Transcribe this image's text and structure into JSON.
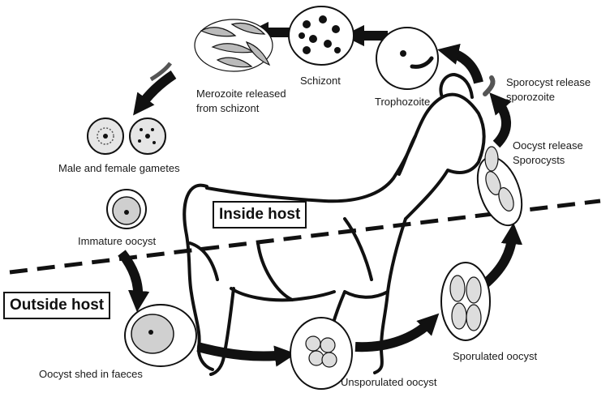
{
  "regions": {
    "inside": "Inside host",
    "outside": "Outside host"
  },
  "stages": {
    "sporocyst_release": "Sporocyst release",
    "sporocyst_release_2": "sporozoite",
    "trophozoite": "Trophozoite",
    "schizont": "Schizont",
    "merozoite": "Merozoite released",
    "merozoite_2": "from schizont",
    "gametes": "Male and female gametes",
    "immature_oocyst": "Immature oocyst",
    "oocyst_shed": "Oocyst shed in faeces",
    "unsporulated": "Unsporulated oocyst",
    "sporulated": "Sporulated oocyst",
    "oocyst_release": "Oocyst release",
    "oocyst_release_2": "Sporocysts"
  },
  "colors": {
    "ink": "#111111",
    "cell_fill": "#d9d9d9",
    "nucleus": "#111111"
  }
}
